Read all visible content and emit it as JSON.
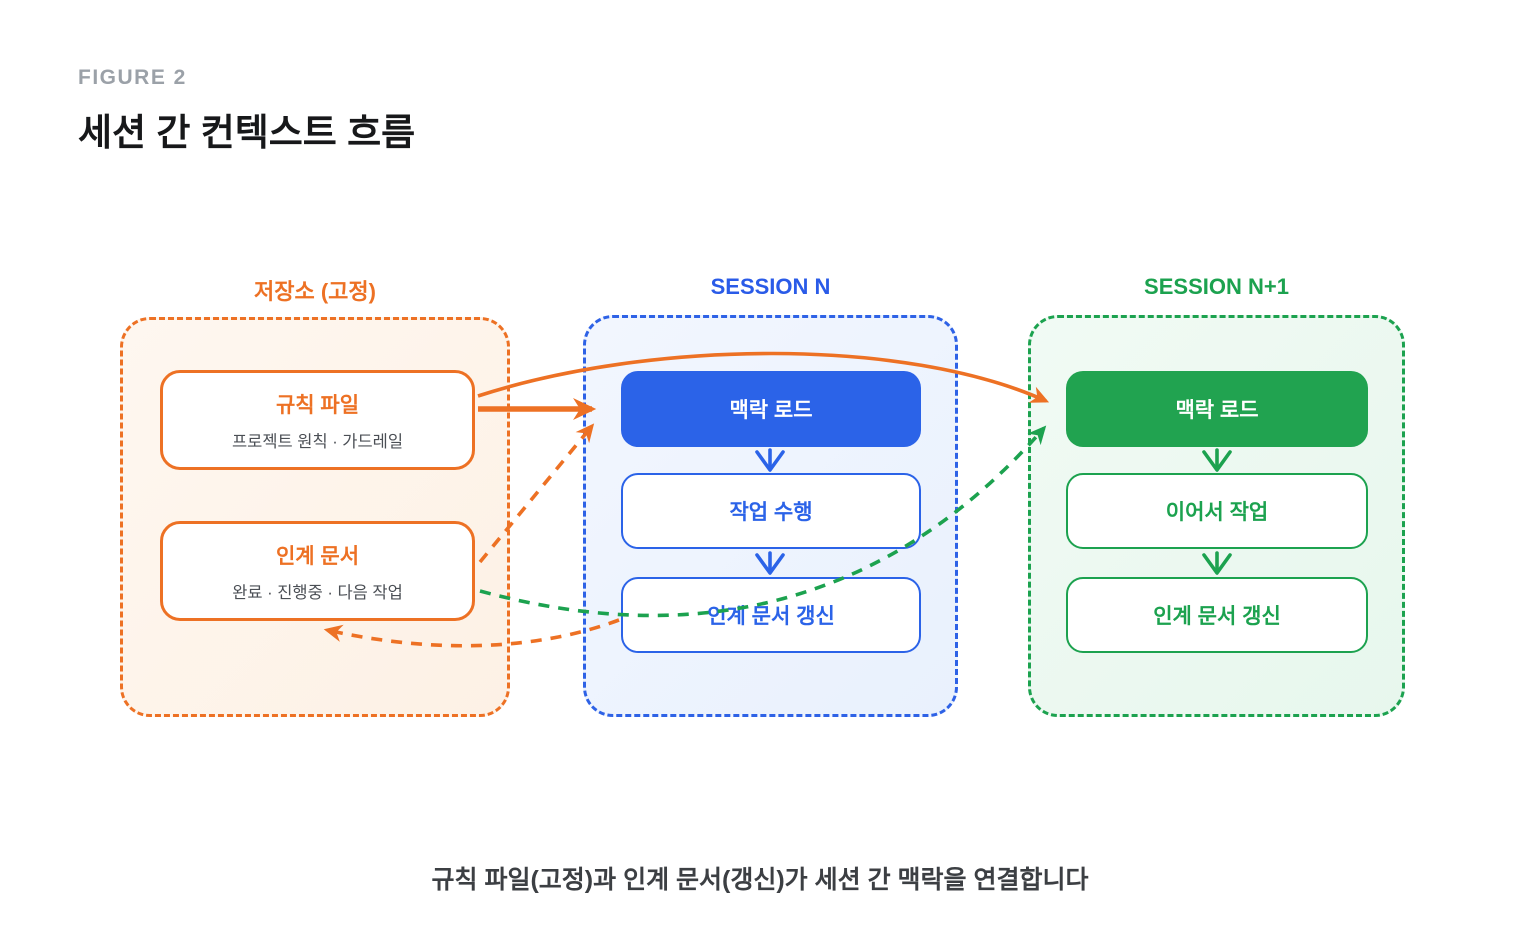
{
  "figure": {
    "eyebrow": "FIGURE 2",
    "title": "세션 간 컨텍스트 흐름",
    "caption": "규칙 파일(고정)과 인계 문서(갱신)가 세션 간 맥락을 연결합니다"
  },
  "colors": {
    "orange": "#ED7124",
    "blue": "#2B63E8",
    "green": "#1CA24F",
    "repo_bg": "#FDF2E8",
    "session_n_bg": "#EDF3FD",
    "session_n1_bg": "#EAF7EE"
  },
  "repository": {
    "label": "저장소 (고정)",
    "rule_file": {
      "title": "규칙 파일",
      "subtitle": "프로젝트 원칙 · 가드레일"
    },
    "handoff_doc": {
      "title": "인계 문서",
      "subtitle": "완료 · 진행중 · 다음 작업"
    }
  },
  "session_n": {
    "label": "SESSION N",
    "steps": [
      "맥락 로드",
      "작업 수행",
      "인계 문서 갱신"
    ]
  },
  "session_n1": {
    "label": "SESSION N+1",
    "steps": [
      "맥락 로드",
      "이어서 작업",
      "인계 문서 갱신"
    ]
  },
  "edges": [
    {
      "from": "rule-file",
      "to": "session-n-context-load",
      "style": "solid-orange"
    },
    {
      "from": "rule-file",
      "to": "session-n1-context-load",
      "style": "solid-orange-curve"
    },
    {
      "from": "handoff-doc",
      "to": "session-n-context-load",
      "style": "dashed-orange"
    },
    {
      "from": "session-n-handoff-update",
      "to": "handoff-doc",
      "style": "dashed-orange-return"
    },
    {
      "from": "handoff-doc",
      "to": "session-n1-context-load",
      "style": "dashed-green"
    }
  ]
}
